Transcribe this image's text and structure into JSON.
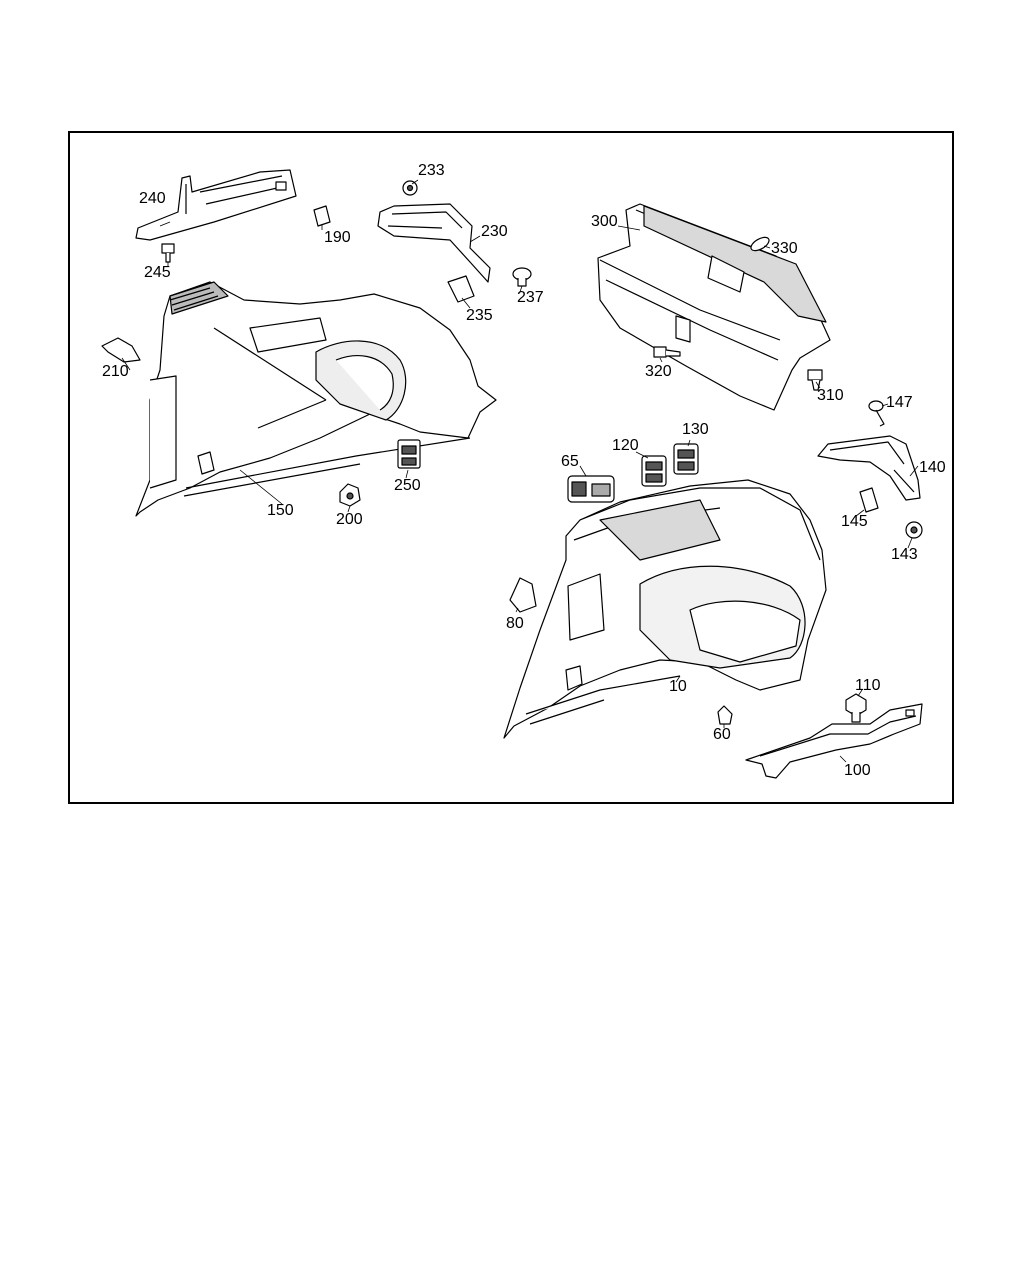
{
  "diagram": {
    "labels": {
      "p10": "10",
      "p60": "60",
      "p65": "65",
      "p80": "80",
      "p100": "100",
      "p110": "110",
      "p120": "120",
      "p130": "130",
      "p140": "140",
      "p143": "143",
      "p145": "145",
      "p147": "147",
      "p150": "150",
      "p190": "190",
      "p200": "200",
      "p210": "210",
      "p230": "230",
      "p233": "233",
      "p235": "235",
      "p237": "237",
      "p240": "240",
      "p245": "245",
      "p250": "250",
      "p300": "300",
      "p310": "310",
      "p320": "320",
      "p330": "330"
    },
    "colors": {
      "line": "#000000",
      "fill": "#ffffff",
      "shade": "#d9d9d9",
      "dark": "#555555"
    }
  }
}
